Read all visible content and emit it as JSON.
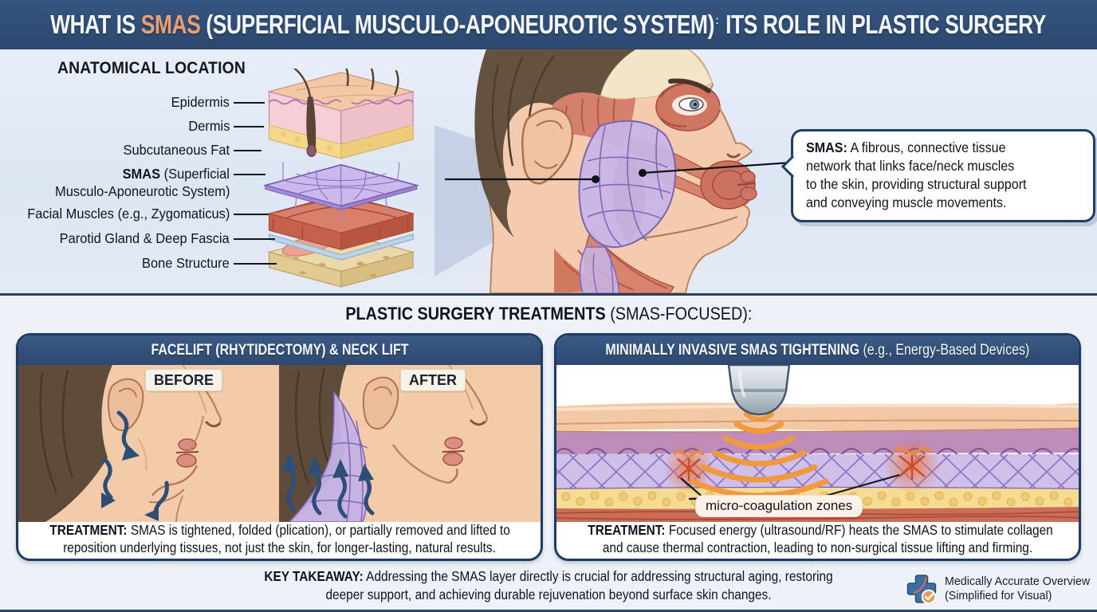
{
  "title": {
    "prefix": "WHAT IS ",
    "highlight": "SMAS",
    "middle": " (SUPERFICIAL MUSCULO-APONEUROTIC SYSTEM)",
    "separator": ":",
    "suffix": " ITS ROLE IN PLASTIC SURGERY"
  },
  "anatomy": {
    "heading": "ANATOMICAL LOCATION",
    "labels": [
      {
        "bold": "",
        "text": "Epidermis"
      },
      {
        "bold": "",
        "text": "Dermis"
      },
      {
        "bold": "",
        "text": "Subcutaneous Fat"
      },
      {
        "bold": "SMAS",
        "text": " (Superficial",
        "text2": "Musculo-Aponeurotic System)"
      },
      {
        "bold": "",
        "text": "Facial Muscles (e.g., Zygomaticus)"
      },
      {
        "bold": "",
        "text": "Parotid Gland & Deep Fascia"
      },
      {
        "bold": "",
        "text": "Bone Structure"
      }
    ],
    "callout": {
      "bold": "SMAS:",
      "lines": [
        "A fibrous, connective tissue",
        "network that links face/neck muscles",
        "to the skin, providing structural support",
        "and conveying muscle movements."
      ]
    }
  },
  "treatments": {
    "heading_bold": "PLASTIC SURGERY TREATMENTS",
    "heading_rest": " (SMAS-FOCUSED):",
    "facelift": {
      "title": "FACELIFT (RHYTIDECTOMY) & NECK LIFT",
      "before_label": "BEFORE",
      "after_label": "AFTER",
      "treatment_bold": "TREATMENT:",
      "treatment_lines": [
        "SMAS is tightened, folded (plication), or partially removed and lifted to",
        "reposition underlying tissues, not just the skin, for longer-lasting, natural results."
      ]
    },
    "minimally_invasive": {
      "title_bold": "MINIMALLY INVASIVE SMAS TIGHTENING",
      "title_rest": " (e.g., Energy-Based Devices)",
      "zone_label": "micro-coagulation zones",
      "treatment_bold": "TREATMENT:",
      "treatment_lines": [
        "Focused energy (ultrasound/RF) heats the SMAS to stimulate collagen",
        "and cause thermal contraction, leading to non-surgical tissue lifting and firming."
      ]
    }
  },
  "footer": {
    "takeaway_bold": "KEY TAKEAWAY:",
    "takeaway_lines": [
      "Addressing the SMAS layer directly is crucial for addressing structural aging, restoring",
      "deeper support, and achieving durable rejuvenation beyond surface skin changes."
    ],
    "badge_line1": "Medically Accurate Overview",
    "badge_line2": "(Simplified for Visual)"
  },
  "icons": {
    "badge": "medical-cross-icon"
  },
  "colors": {
    "navy": "#2f4c78",
    "accent_orange": "#eb9e6f",
    "panel_border": "#1d3b63",
    "smas_purple": "#c7b5e8",
    "muscle_red": "#cf7561",
    "fat_yellow": "#f5d98e",
    "bone_tan": "#ecd9a9",
    "skin": "#f3c9a8",
    "energy_orange": "#f09a40"
  }
}
